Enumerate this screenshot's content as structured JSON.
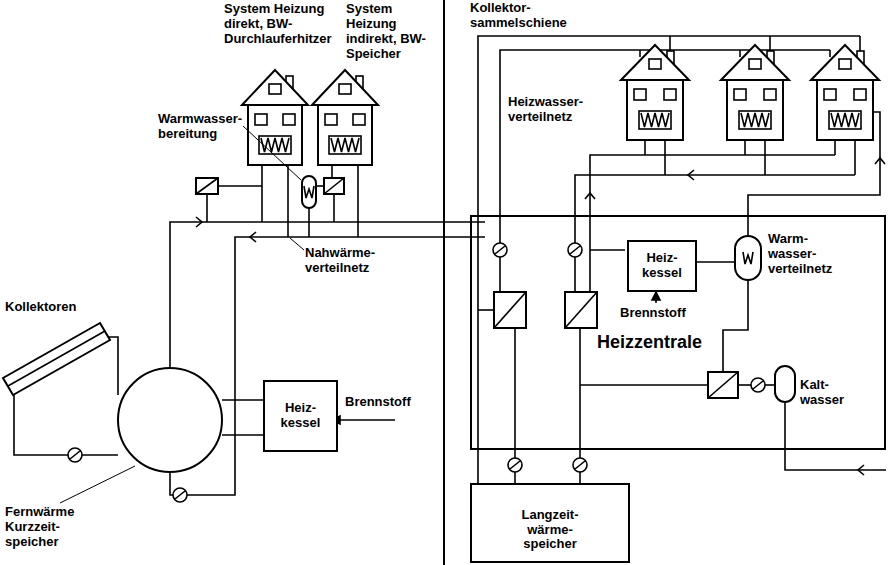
{
  "diagram": {
    "nodes": [
      {
        "text": [
          "Heiz- kessel"
        ]
      },
      {
        "text": [
          "Heizzentrale"
        ]
      },
      {
        "text": [
          "Heiz- kessel"
        ],
        "in": 1
      },
      {
        "text": [
          "Langzeit- wärme- speicher"
        ]
      }
    ],
    "labels": [
      "System Heizung direkt, BW- Durchlauferhitzer",
      "System Heizung indirekt, BW-Speicher",
      "Warmwasser- bereitung",
      "Nahwärme- verteilnetz",
      "Kollektoren",
      "Brennstoff",
      "Fernwärme Kurzzeit- speicher",
      "Kollektor- sammelschiene",
      "Heizwasser- verteilnetz",
      "Brennstoff",
      "Warm- wasser- verteilnetz",
      "Kalt- wasser"
    ]
  }
}
